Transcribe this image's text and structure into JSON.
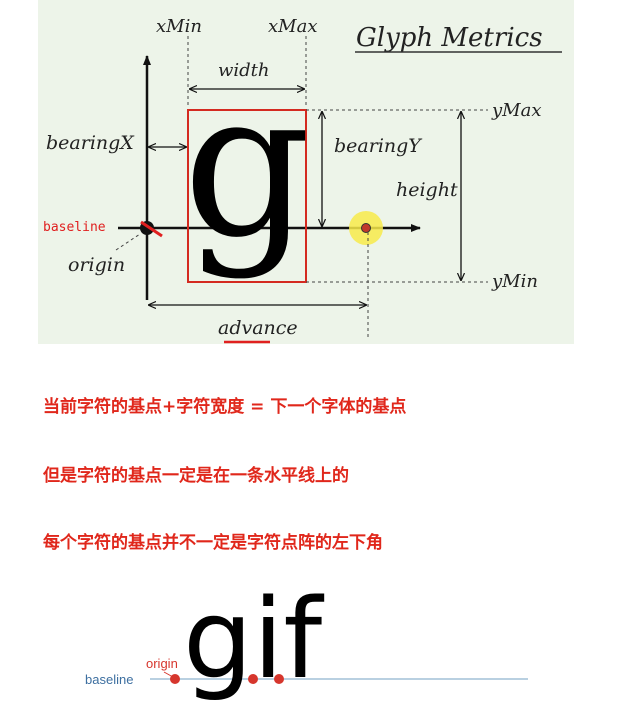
{
  "diagram": {
    "title": "Glyph Metrics",
    "glyph": "g",
    "labels": {
      "xmin": "xMin",
      "xmax": "xMax",
      "width": "width",
      "bearing_x": "bearingX",
      "bearing_y": "bearingY",
      "height": "height",
      "ymax": "yMax",
      "ymin": "yMin",
      "baseline": "baseline",
      "origin": "origin",
      "advance": "advance"
    },
    "colors": {
      "box": "#d42a20",
      "baseline_label": "#e02020",
      "highlight": "#f7ea4a",
      "underline": "#e02020"
    }
  },
  "notes": [
    "当前字符的基点+字符宽度 = 下一个字体的基点",
    "但是字符的基点一定是在一条水平线上的",
    "每个字符的基点并不一定是字符点阵的左下角"
  ],
  "example": {
    "text": "gif",
    "baseline_label": "baseline",
    "origin_label": "origin",
    "colors": {
      "baseline_label": "#3d6fa0",
      "origin_label": "#d6362d",
      "dot": "#d6362d",
      "line": "#8fb3cf"
    }
  }
}
